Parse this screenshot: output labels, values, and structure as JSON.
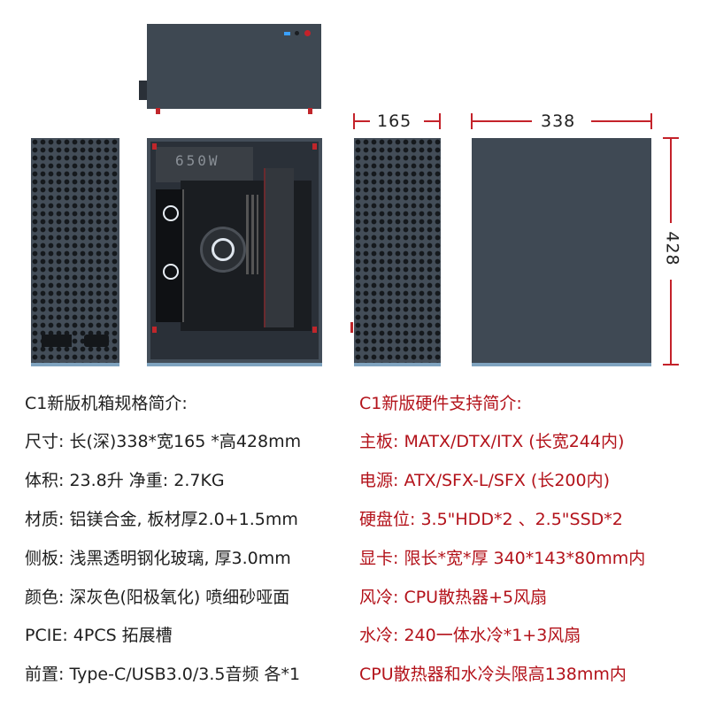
{
  "dimensions": {
    "width": "165",
    "length": "338",
    "height": "428"
  },
  "overlay_text": {
    "psu_label": "650W"
  },
  "case_specs": {
    "title": "C1新版机箱规格简介:",
    "items": [
      "尺寸: 长(深)338*宽165 *高428mm",
      "体积: 23.8升  净重: 2.7KG",
      "材质: 铝镁合金, 板材厚2.0+1.5mm",
      "侧板: 浅黑透明钢化玻璃, 厚3.0mm",
      "颜色: 深灰色(阳极氧化) 喷细砂哑面",
      "PCIE: 4PCS 拓展槽",
      "前置: Type-C/USB3.0/3.5音频 各*1"
    ]
  },
  "hardware_specs": {
    "title": "C1新版硬件支持简介:",
    "items": [
      "主板: MATX/DTX/ITX (长宽244内)",
      "电源: ATX/SFX-L/SFX (长200内)",
      "硬盘位: 3.5\"HDD*2 、2.5\"SSD*2",
      "显卡: 限长*宽*厚 340*143*80mm内",
      "风冷: CPU散热器+5风扇",
      "水冷: 240一体水冷*1+3风扇",
      "CPU散热器和水冷头限高138mm内"
    ]
  },
  "colors": {
    "case_body": "#434d58",
    "accent_red": "#c4222a",
    "foot_blue": "#7fa3bf",
    "text_dark": "#1f1f1f",
    "text_red": "#b3121a"
  }
}
